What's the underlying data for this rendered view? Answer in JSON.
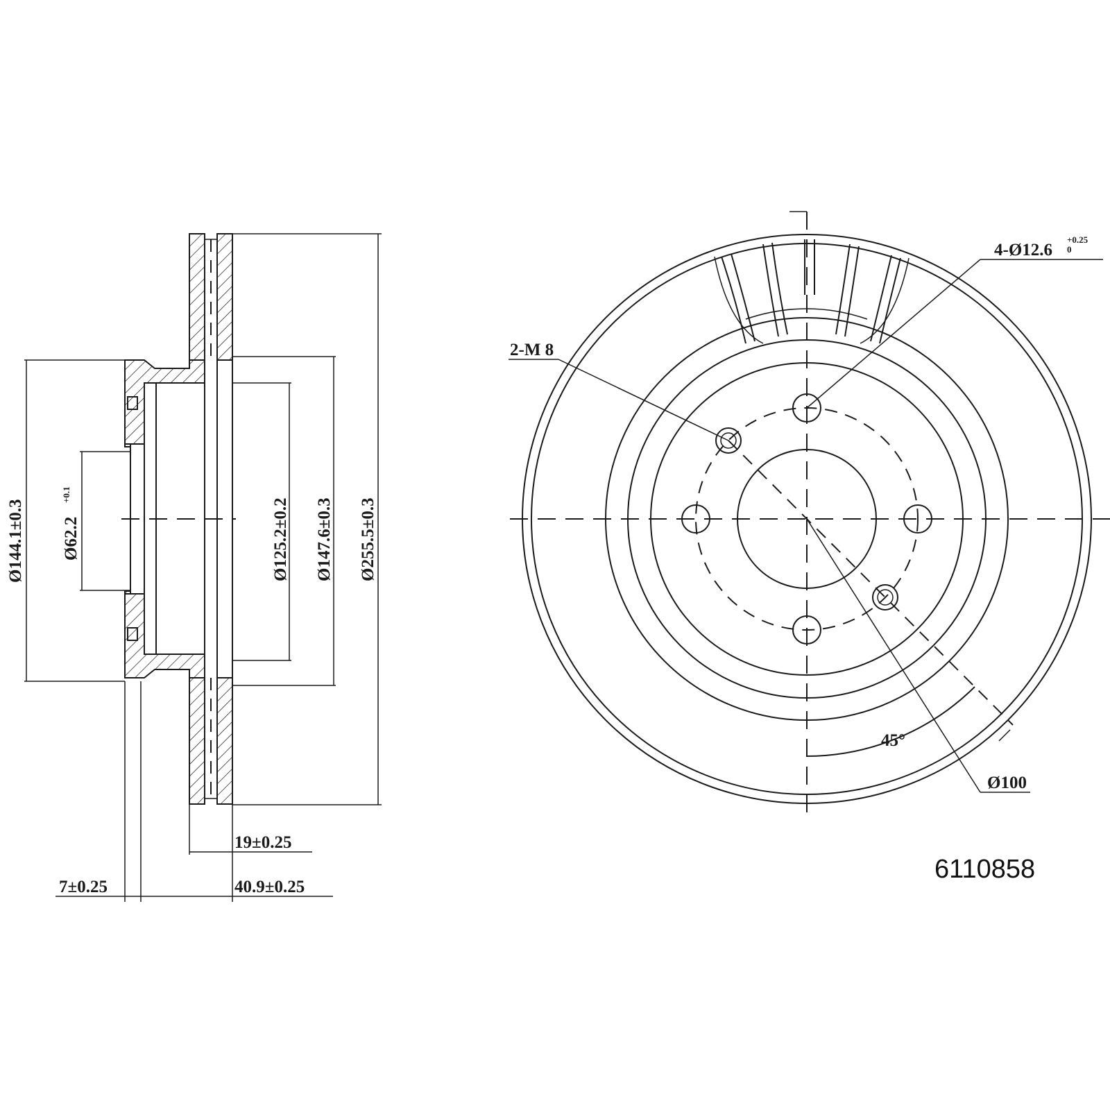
{
  "side_view": {
    "dimensions": {
      "d_144": "Ø144.1±0.3",
      "d_62": "Ø62.2",
      "d_62_tol": "+0.1\n0",
      "d_125": "Ø125.2±0.2",
      "d_147": "Ø147.6±0.3",
      "d_255": "Ø255.5±0.3",
      "thickness": "19±0.25",
      "hub_thickness": "7±0.25",
      "height": "40.9±0.25"
    }
  },
  "front_view": {
    "labels": {
      "bolt_holes": "4-Ø12.6",
      "bolt_holes_tol_upper": "+0.25",
      "bolt_holes_tol_lower": "0",
      "threaded_holes": "2-M 8",
      "angle": "45°",
      "pcd": "Ø100"
    }
  },
  "part_number": "6110858"
}
